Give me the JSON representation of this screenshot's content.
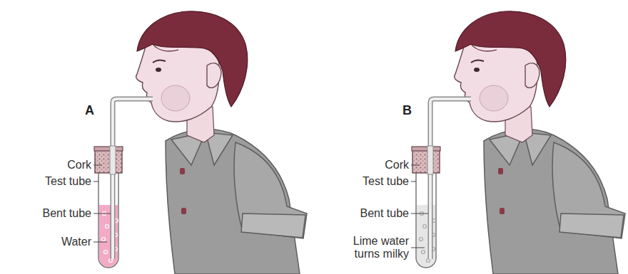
{
  "diagram": {
    "labels": [
      "A",
      "Cork",
      "Test tube",
      "Bent tube",
      "Water",
      "B",
      "Cork",
      "Test tube",
      "Bent tube",
      "Lime water turns milky"
    ]
  }
}
